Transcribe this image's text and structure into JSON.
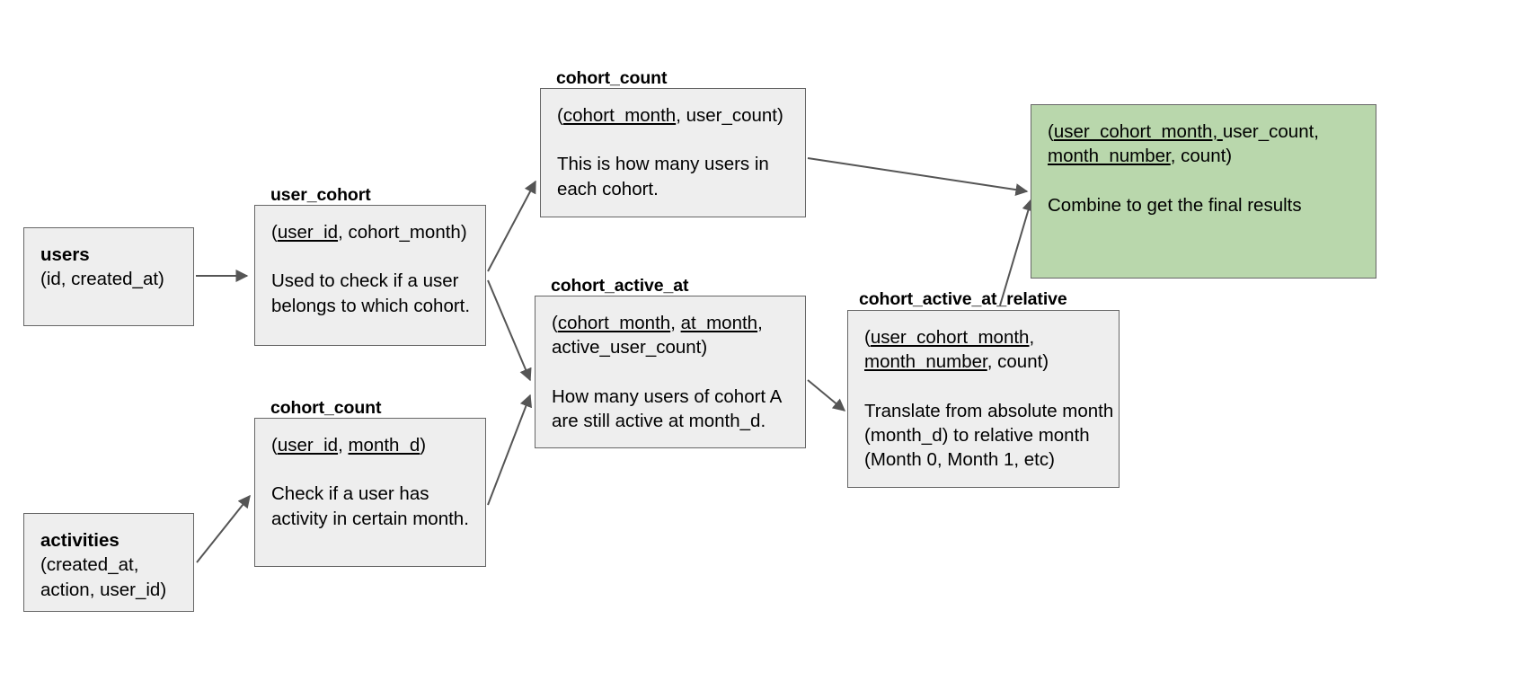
{
  "diagram": {
    "title_absent": true,
    "colors": {
      "node_fill": "#eeeeee",
      "node_border": "#666666",
      "highlight_fill": "#b9d7ac",
      "edge": "#555555",
      "text": "#000000"
    },
    "nodes": [
      {
        "id": "users",
        "title": "",
        "inline_title": "users",
        "signature": "(id, created_at)",
        "description": ""
      },
      {
        "id": "user_cohort",
        "title": "user_cohort",
        "signature_parts": [
          {
            "text": "(",
            "underline": false
          },
          {
            "text": "user_id",
            "underline": true
          },
          {
            "text": ", cohort_month)",
            "underline": false
          }
        ],
        "signature": "(user_id, cohort_month)",
        "description": "Used to check if a user belongs to which cohort."
      },
      {
        "id": "cohort_count_top",
        "title": "cohort_count",
        "signature_parts": [
          {
            "text": "(",
            "underline": false
          },
          {
            "text": "cohort_month",
            "underline": true
          },
          {
            "text": ", user_count)",
            "underline": false
          }
        ],
        "signature": "(cohort_month, user_count)",
        "description": "This is how many users in each cohort."
      },
      {
        "id": "activities",
        "title": "",
        "inline_title": "activities",
        "signature": "(created_at, action, user_id)",
        "description": ""
      },
      {
        "id": "cohort_count_bottom",
        "title": "cohort_count",
        "signature_parts": [
          {
            "text": "(",
            "underline": false
          },
          {
            "text": "user_id",
            "underline": true
          },
          {
            "text": ", ",
            "underline": false
          },
          {
            "text": "month_d",
            "underline": true
          },
          {
            "text": ")",
            "underline": false
          }
        ],
        "signature": "(user_id, month_d)",
        "description": "Check if a user has activity in certain month."
      },
      {
        "id": "cohort_active_at",
        "title": "cohort_active_at",
        "signature_parts": [
          {
            "text": "(",
            "underline": false
          },
          {
            "text": "cohort_month",
            "underline": true
          },
          {
            "text": ", ",
            "underline": false
          },
          {
            "text": "at_month",
            "underline": true
          },
          {
            "text": ", active_user_count)",
            "underline": false
          }
        ],
        "signature": "(cohort_month, at_month, active_user_count)",
        "description": "How many users of cohort A are still active at month_d."
      },
      {
        "id": "cohort_active_at_relative",
        "title": "cohort_active_at_relative",
        "signature_parts": [
          {
            "text": "(",
            "underline": false
          },
          {
            "text": "user_cohort_month",
            "underline": true
          },
          {
            "text": ", ",
            "underline": false
          },
          {
            "text": "month_number",
            "underline": true
          },
          {
            "text": ", count)",
            "underline": false
          }
        ],
        "signature": "(user_cohort_month, month_number, count)",
        "description": "Translate from absolute month (month_d) to relative month (Month 0, Month 1, etc)"
      },
      {
        "id": "final_result",
        "title": "",
        "signature_parts": [
          {
            "text": "(",
            "underline": false
          },
          {
            "text": "user_cohort_month, ",
            "underline": true
          },
          {
            "text": "user_count, ",
            "underline": false
          },
          {
            "text": "month_number",
            "underline": true
          },
          {
            "text": ", count)",
            "underline": false
          }
        ],
        "signature": "(user_cohort_month, user_count, month_number, count)",
        "description": "Combine to get the final results"
      }
    ],
    "edges": [
      {
        "from": "users",
        "to": "user_cohort"
      },
      {
        "from": "user_cohort",
        "to": "cohort_count_top"
      },
      {
        "from": "user_cohort",
        "to": "cohort_active_at"
      },
      {
        "from": "activities",
        "to": "cohort_count_bottom"
      },
      {
        "from": "cohort_count_bottom",
        "to": "cohort_active_at"
      },
      {
        "from": "cohort_count_top",
        "to": "final_result"
      },
      {
        "from": "cohort_active_at",
        "to": "cohort_active_at_relative"
      },
      {
        "from": "cohort_active_at_relative",
        "to": "final_result"
      }
    ],
    "text": {
      "users_title": "users",
      "users_sig": "(id, created_at)",
      "activities_title": "activities",
      "activities_sig_line1": "(created_at,",
      "activities_sig_line2": "action, user_id)",
      "user_cohort_title": "user_cohort",
      "user_cohort_sig_open": "(",
      "user_cohort_sig_key": "user_id",
      "user_cohort_sig_rest": ", cohort_month)",
      "user_cohort_desc_line1": "Used to check if a user",
      "user_cohort_desc_line2": "belongs to which cohort.",
      "cohort_count_top_title": "cohort_count",
      "cohort_count_top_sig_open": "(",
      "cohort_count_top_sig_key": "cohort_month",
      "cohort_count_top_sig_rest": ", user_count)",
      "cohort_count_top_desc_line1": "This is how many users in",
      "cohort_count_top_desc_line2": "each cohort.",
      "cohort_count_bottom_title": "cohort_count",
      "cohort_count_bottom_sig_open": "(",
      "cohort_count_bottom_sig_key1": "user_id",
      "cohort_count_bottom_sig_mid": ", ",
      "cohort_count_bottom_sig_key2": "month_d",
      "cohort_count_bottom_sig_close": ")",
      "cohort_count_bottom_desc_line1": "Check if a user has",
      "cohort_count_bottom_desc_line2": "activity in certain month.",
      "cohort_active_at_title": "cohort_active_at",
      "cohort_active_at_sig_open": "(",
      "cohort_active_at_sig_key1": "cohort_month",
      "cohort_active_at_sig_mid": ", ",
      "cohort_active_at_sig_key2": "at_month",
      "cohort_active_at_sig_rest": ", active_user_count)",
      "cohort_active_at_desc_line1": "How many users of cohort A",
      "cohort_active_at_desc_line2": "are still active at month_d.",
      "relative_title": "cohort_active_at_relative",
      "relative_sig_open": "(",
      "relative_sig_key1": "user_cohort_month",
      "relative_sig_mid": ", ",
      "relative_sig_key2": "month_number",
      "relative_sig_rest": ", count)",
      "relative_desc_line1": "Translate from absolute month",
      "relative_desc_line2": "(month_d) to relative month",
      "relative_desc_line3": "(Month 0, Month 1, etc)",
      "final_sig_open": "(",
      "final_sig_key1": "user_cohort_month, ",
      "final_sig_mid": "user_count,",
      "final_sig_key2": "month_number",
      "final_sig_rest": ", count)",
      "final_desc": "Combine to get the final results"
    }
  }
}
